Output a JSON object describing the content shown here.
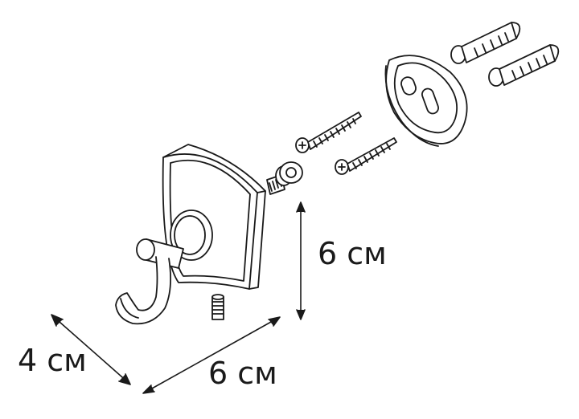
{
  "dimensions": {
    "height_label": "6 см",
    "width_label": "6 см",
    "depth_label": "4 см"
  },
  "colors": {
    "line": "#1a1a1a",
    "background": "#ffffff"
  },
  "parts": [
    "hook-body-icon",
    "hook-icon",
    "set-screw-icon",
    "bolt-with-washer-icon",
    "wood-screw-icon",
    "mounting-plate-icon",
    "wall-plug-icon"
  ]
}
